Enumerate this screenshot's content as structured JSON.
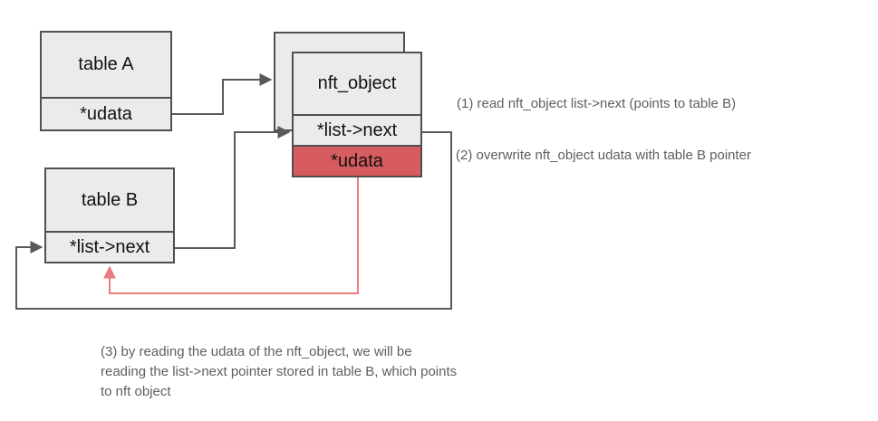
{
  "diagram": {
    "title": "nft_object udata / list->next pointer confusion diagram",
    "colors": {
      "box_fill": "#ebebeb",
      "box_border": "#505050",
      "red_fill": "#d65c5f",
      "arrow_dark": "#595959",
      "arrow_red": "#e97c80",
      "text_dark": "#111111",
      "text_gray": "#5f5f5f"
    },
    "nodes": {
      "table_a": {
        "title": "table A",
        "fields": [
          "*udata"
        ]
      },
      "table_b": {
        "title": "table B",
        "fields": [
          "*list->next"
        ]
      },
      "nft_object": {
        "title": "nft_object",
        "fields": [
          "*list->next",
          "*udata"
        ]
      }
    },
    "annotations": {
      "step1": "(1) read nft_object list->next (points to table B)",
      "step2": "(2) overwrite nft_object udata with table B pointer",
      "step3_lines": [
        "(3) by reading the udata of the nft_object, we will be",
        "reading the list->next pointer stored in table B, which points",
        "to nft object"
      ]
    }
  }
}
